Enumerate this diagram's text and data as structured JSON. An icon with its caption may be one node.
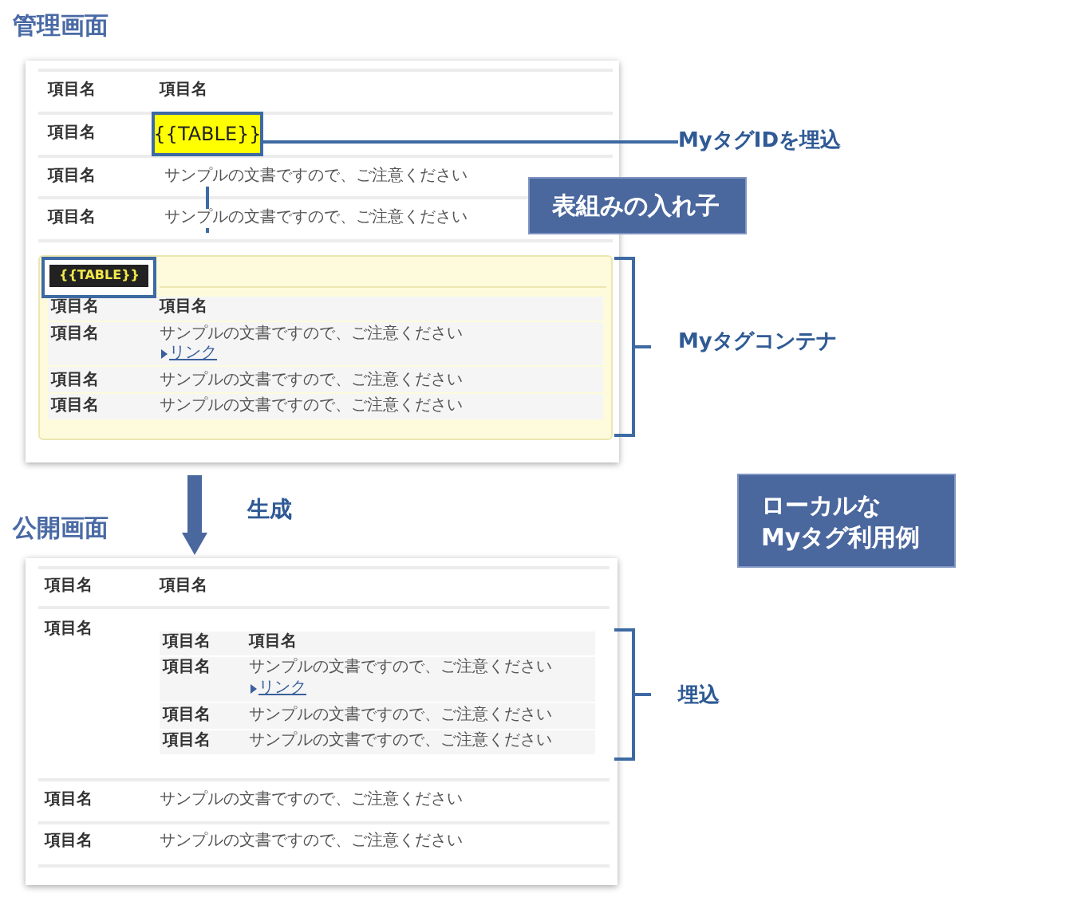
{
  "diagram": {
    "nodes": [
      {
        "text": [
          "管理画面"
        ]
      },
      {
        "text": [
          "{{TABLE}}"
        ],
        "in": 0
      },
      {
        "text": [],
        "shape": "box",
        "in": 0
      },
      {
        "text": [
          "{{TABLE}}"
        ],
        "in": 2
      },
      {
        "text": [
          "MyタグIDを埋込"
        ]
      },
      {
        "text": [
          "表組みの入れ子"
        ]
      },
      {
        "text": [
          "ローカルな Myタグ利用例"
        ]
      },
      {
        "text": [
          "公開画面"
        ]
      }
    ],
    "edges": [
      {
        "from": 1,
        "to": 3,
        "arrow": "none"
      },
      {
        "from": 4,
        "to": 1,
        "arrow": "none"
      },
      {
        "from": 0,
        "to": 7,
        "arrow": "to",
        "label": "生成",
        "style": "thick"
      }
    ],
    "labels": [
      "項目名",
      "項目名",
      "項目名",
      "項目名",
      "サンプルの文書ですので、ご注意ください",
      "項目名",
      "サンプルの文書ですので、ご注意ください",
      "項目名",
      "項目名",
      "項目名",
      "サンプルの文書ですので、ご注意ください",
      "リンク",
      "項目名",
      "サンプルの文書ですので、ご注意ください",
      "項目名",
      "サンプルの文書ですので、ご注意ください",
      "Myタグコンテナ",
      "項目名",
      "項目名",
      "項目名",
      "項目名",
      "項目名",
      "項目名",
      "サンプルの文書ですので、ご注意ください",
      "リンク",
      "項目名",
      "サンプルの文書ですので、ご注意ください",
      "項目名",
      "サンプルの文書ですので、ご注意ください",
      "埋込",
      "項目名",
      "サンプルの文書ですので、ご注意ください",
      "項目名",
      "サンプルの文書ですので、ご注意ください"
    ]
  }
}
